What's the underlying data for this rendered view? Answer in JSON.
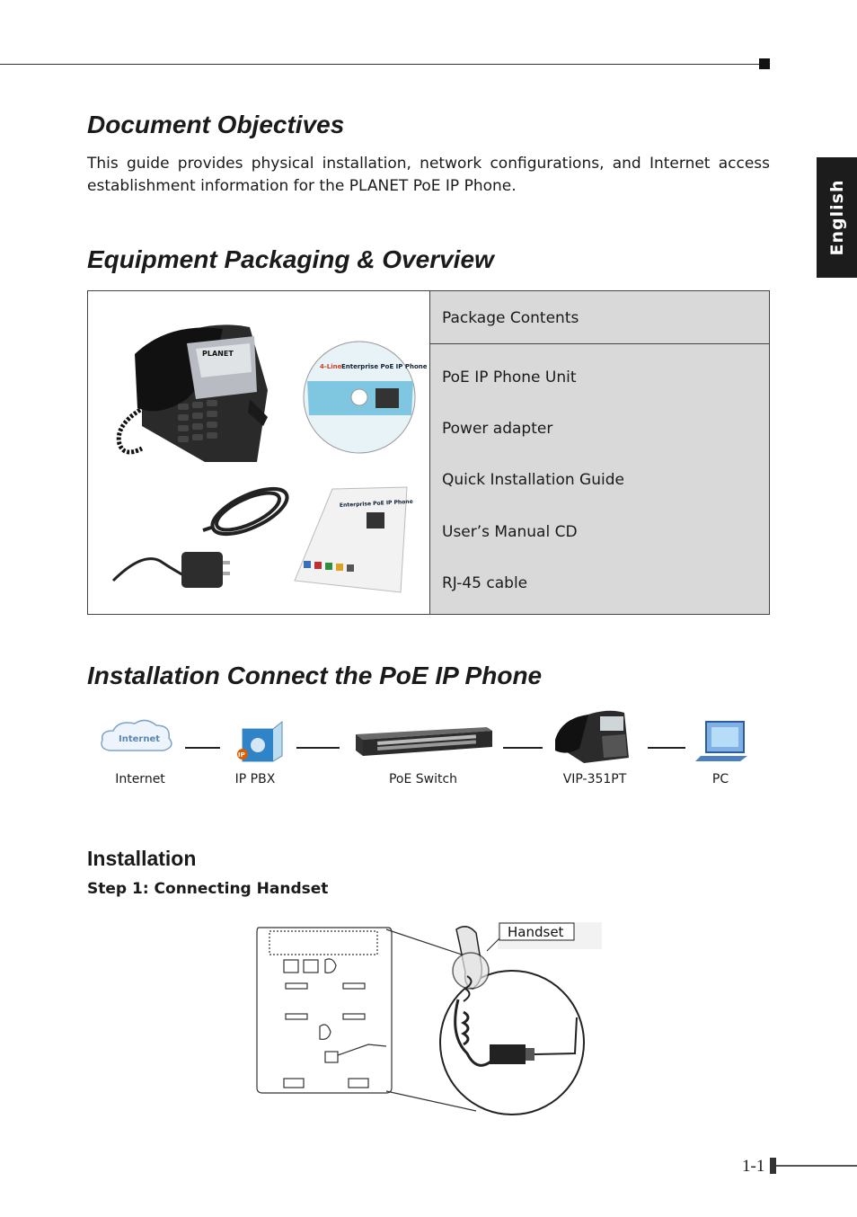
{
  "language_tab": "English",
  "sections": {
    "objectives": {
      "title": "Document Objectives",
      "text": "This guide provides physical installation, network configurations, and Internet access establishment information for the PLANET PoE IP Phone."
    },
    "packaging": {
      "title": "Equipment Packaging & Overview",
      "table_header": "Package Contents",
      "items": [
        "PoE IP Phone Unit",
        "Power adapter",
        "Quick Installation Guide",
        "User’s Manual CD",
        "RJ-45 cable"
      ]
    },
    "connect": {
      "title": "Installation Connect the PoE IP Phone",
      "devices": [
        "Internet",
        "IP PBX",
        "PoE Switch",
        "VIP-351PT",
        "PC"
      ],
      "cloud_text": "Internet",
      "pbx_badge": "IP"
    },
    "installation": {
      "title": "Installation",
      "step1": "Step 1: Connecting Handset",
      "callout": "Handset"
    }
  },
  "product_art": {
    "phone_brand": "PLANET",
    "cd_line1": "4-Line",
    "cd_line2": "Enterprise PoE IP Phone",
    "guide_title": "Enterprise PoE IP Phone"
  },
  "page_number": "1-1"
}
